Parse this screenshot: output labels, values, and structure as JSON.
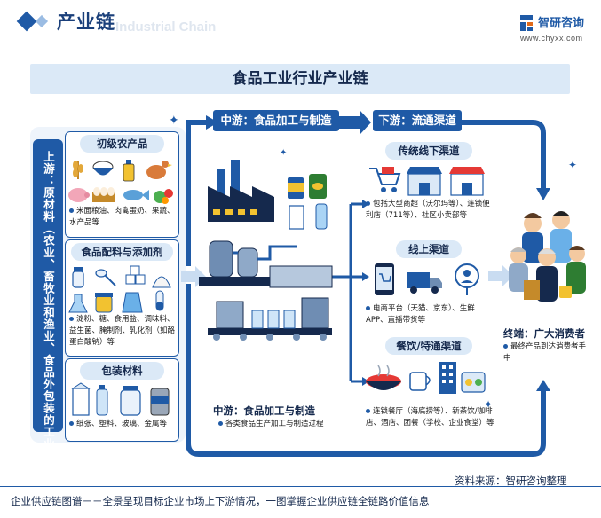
{
  "header": {
    "title": "产业链",
    "ghost_text": "Industrial Chain",
    "logo_name": "智研咨询",
    "logo_url": "www.chyxx.com"
  },
  "banner": {
    "title": "食品工业行业产业链"
  },
  "upstream": {
    "label": "上游：原材料（农业、畜牧业和渔业、食品外包装的工业等）",
    "boxes": [
      {
        "title": "初级农产品",
        "desc": "米面粮油、肉禽蛋奶、果蔬、水产品等"
      },
      {
        "title": "食品配料与添加剂",
        "desc": "淀粉、糖、食用盐、调味料、益生菌、腌制剂、乳化剂（如酪蛋白酸钠）等"
      },
      {
        "title": "包装材料",
        "desc": "纸张、塑料、玻璃、金属等"
      }
    ]
  },
  "midstream": {
    "header": "中游：食品加工与制造",
    "bottom_title": "中游：食品加工与制造",
    "bottom_desc": "各类食品生产加工与制造过程"
  },
  "downstream": {
    "header": "下游：流通渠道",
    "channels": [
      {
        "title": "传统线下渠道",
        "desc": "包括大型商超（沃尔玛等）、连锁便利店（711等）、社区小卖部等"
      },
      {
        "title": "线上渠道",
        "desc": "电商平台（天猫、京东）、生鲜APP、直播带货等"
      },
      {
        "title": "餐饮/特通渠道",
        "desc": "连锁餐厅（海底捞等）、新茶饮/咖啡店、酒店、团餐（学校、企业食堂）等"
      }
    ]
  },
  "terminal": {
    "title": "终端：广大消费者",
    "desc": "最终产品到达消费者手中"
  },
  "source": "资料来源：智研咨询整理",
  "footer": "企业供应链图谱－－全景呈现目标企业市场上下游情况，一图掌握企业供应链全链路价值信息",
  "colors": {
    "primary": "#1f5aa6",
    "light": "#dbe9f7",
    "dark": "#15294d"
  }
}
